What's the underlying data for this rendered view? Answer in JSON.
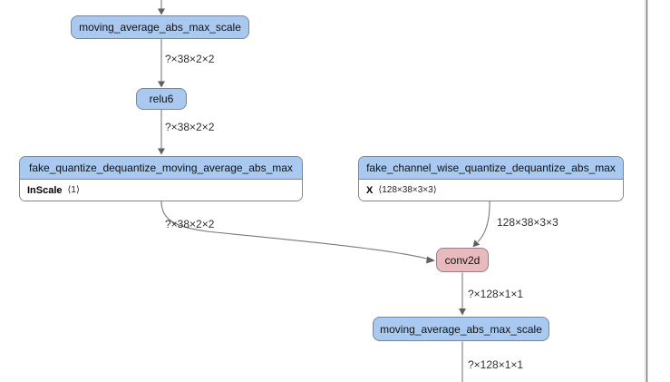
{
  "colors": {
    "node_fill": "#a9c9f1",
    "node_border": "#7a8694",
    "conv_fill": "#e8babd",
    "conv_border": "#8f8285",
    "edge_color": "#7a7a7a",
    "label_color": "#2e2e2e",
    "node_text": "#111111"
  },
  "graph": {
    "nodes": {
      "scale_top": {
        "label": "moving_average_abs_max_scale"
      },
      "relu6": {
        "label": "relu6"
      },
      "fake_quant": {
        "label": "fake_quantize_dequantize_moving_average_abs_max",
        "attr_name": "InScale",
        "attr_value": "⟨1⟩"
      },
      "fake_channel": {
        "label": "fake_channel_wise_quantize_dequantize_abs_max",
        "attr_name": "X",
        "attr_value": "⟨128×38×3×3⟩"
      },
      "conv2d": {
        "label": "conv2d"
      },
      "scale_bottom": {
        "label": "moving_average_abs_max_scale"
      }
    },
    "edge_labels": {
      "e1": "?×38×2×2",
      "e2": "?×38×2×2",
      "e3": "?×38×2×2",
      "e4": "128×38×3×3",
      "e5": "?×128×1×1",
      "e6": "?×128×1×1"
    }
  }
}
